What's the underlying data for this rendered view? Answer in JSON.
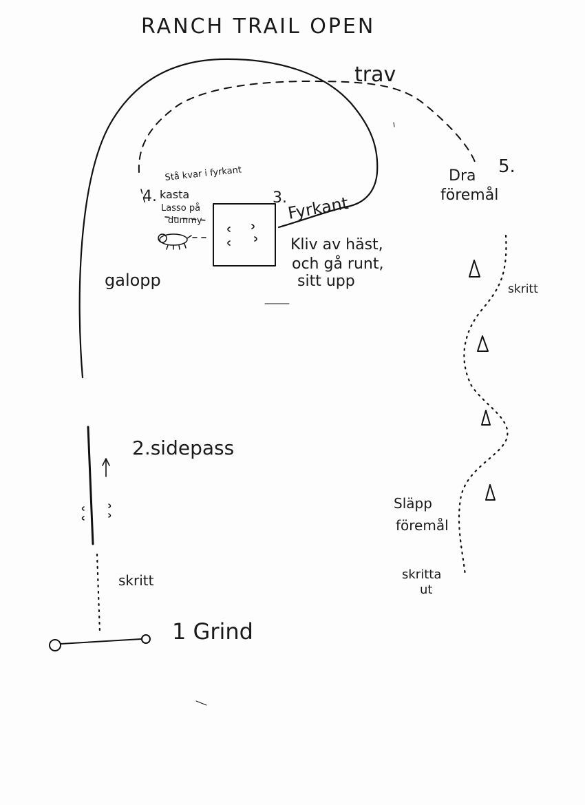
{
  "title": "RANCH TRAIL OPEN",
  "labels": {
    "trav": "trav",
    "galopp": "galopp",
    "sta_kvar": "Stå kvar i fyrkant",
    "obstacle_4_num": "4.",
    "kasta": "kasta",
    "lasso_pa": "Lasso på",
    "dummy": "dummy",
    "obstacle_3_num": "3.",
    "fyrkant": "Fyrkant",
    "kliv_1": "Kliv av häst,",
    "kliv_2": "och gå runt,",
    "kliv_3": "sitt upp",
    "dra_1": "Dra",
    "obstacle_5_num": "5.",
    "dra_2": "föremål",
    "skritt_right": "skritt",
    "sidepass": "2.sidepass",
    "skritt_left": "skritt",
    "slapp_1": "Släpp",
    "slapp_2": "föremål",
    "skritta_1": "skritta",
    "skritta_2": "ut",
    "grind": "1 Grind"
  }
}
